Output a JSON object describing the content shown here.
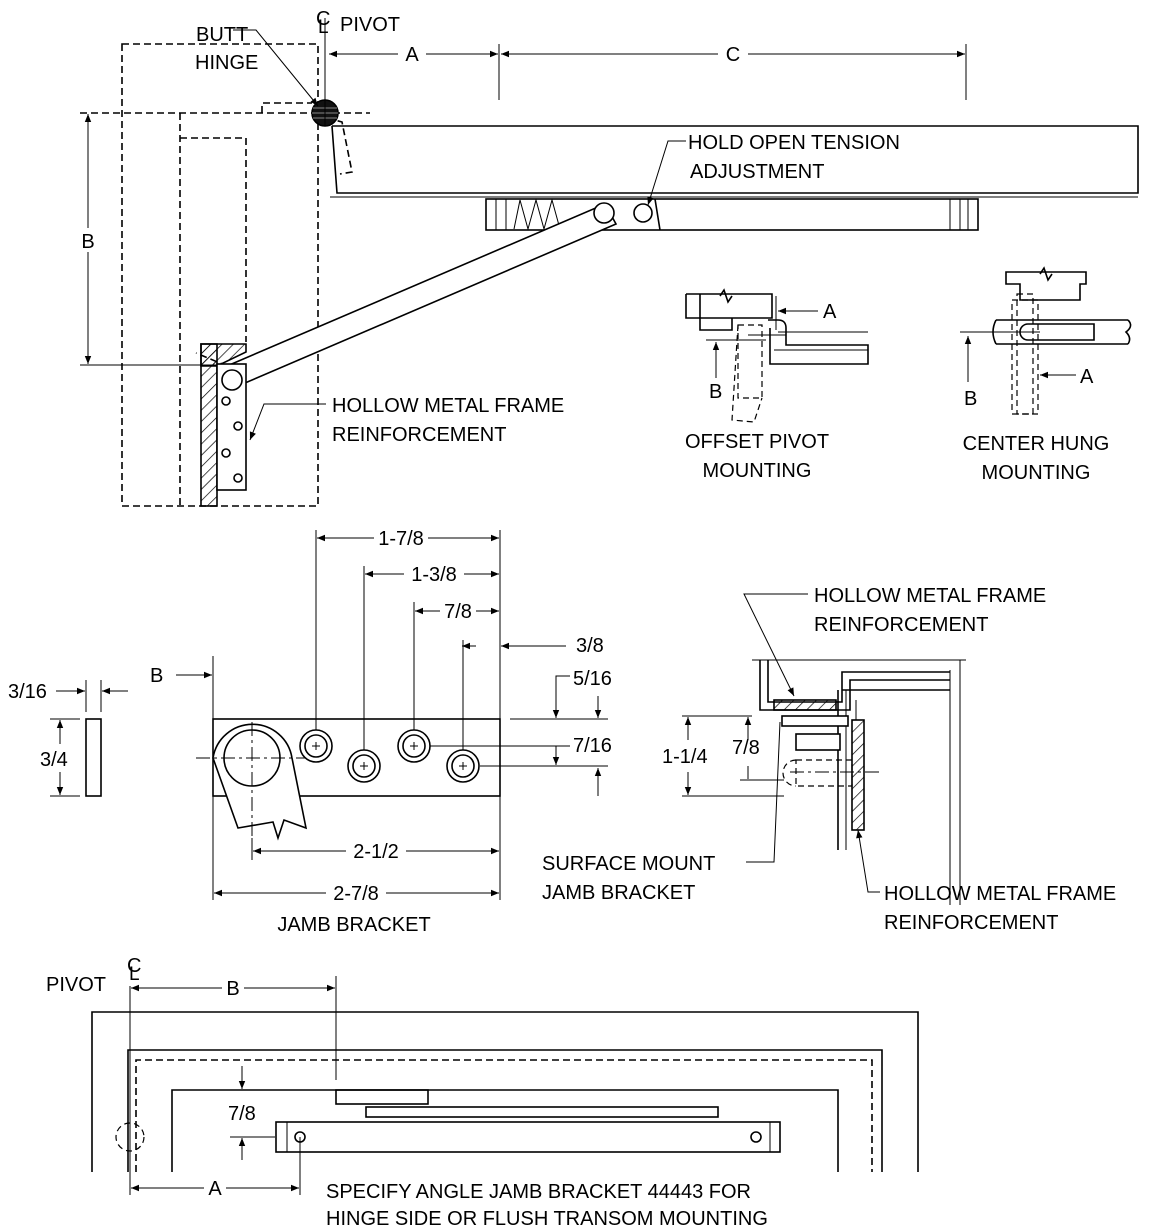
{
  "labels": {
    "butt_hinge_1": "BUTT",
    "butt_hinge_2": "HINGE",
    "cl_pivot_top": "PIVOT",
    "dim_a_top": "A",
    "dim_c": "C",
    "dim_b_left": "B",
    "hold_open_1": "HOLD OPEN TENSION",
    "hold_open_2": "ADJUSTMENT",
    "hm_frame_1_l1": "HOLLOW METAL FRAME",
    "hm_frame_1_l2": "REINFORCEMENT",
    "offset_a": "A",
    "offset_b": "B",
    "offset_title_1": "OFFSET PIVOT",
    "offset_title_2": "MOUNTING",
    "center_a": "A",
    "center_b": "B",
    "center_title_1": "CENTER HUNG",
    "center_title_2": "MOUNTING",
    "dim_1_7_8": "1-7/8",
    "dim_1_3_8": "1-3/8",
    "dim_7_8_top": "7/8",
    "dim_3_8": "3/8",
    "dim_5_16": "5/16",
    "dim_7_16": "7/16",
    "dim_b_jamb": "B",
    "dim_3_16": "3/16",
    "dim_3_4": "3/4",
    "dim_2_1_2": "2-1/2",
    "dim_2_7_8": "2-7/8",
    "jamb_bracket_title": "JAMB BRACKET",
    "hm_frame_2_l1": "HOLLOW METAL FRAME",
    "hm_frame_2_l2": "REINFORCEMENT",
    "dim_1_1_4": "1-1/4",
    "dim_7_8_surface": "7/8",
    "surface_mount_1": "SURFACE MOUNT",
    "surface_mount_2": "JAMB BRACKET",
    "hm_frame_3_l1": "HOLLOW METAL FRAME",
    "hm_frame_3_l2": "REINFORCEMENT",
    "pivot_bottom": "PIVOT",
    "dim_b_bottom": "B",
    "dim_7_8_bottom": "7/8",
    "dim_a_bottom": "A",
    "note_1": "SPECIFY ANGLE JAMB BRACKET 44443 FOR",
    "note_2": "HINGE SIDE OR FLUSH TRANSOM MOUNTING"
  }
}
